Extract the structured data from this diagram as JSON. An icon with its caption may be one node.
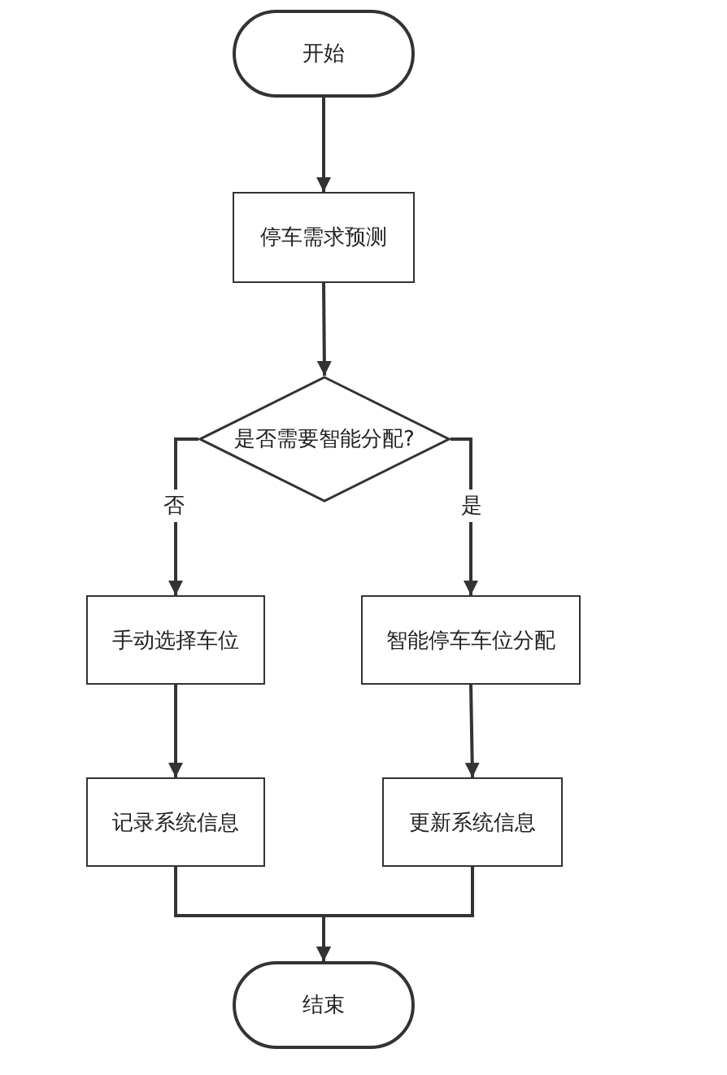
{
  "diagram": {
    "nodes": [
      {
        "text": [
          "开始"
        ]
      },
      {
        "text": [
          "停车需求预测"
        ]
      },
      {
        "text": [
          "是否需要智能分配?"
        ]
      },
      {
        "text": [
          "手动选择车位"
        ]
      },
      {
        "text": [
          "智能停车车位分配"
        ]
      },
      {
        "text": [
          "记录系统信息"
        ]
      },
      {
        "text": [
          "更新系统信息"
        ]
      },
      {
        "text": [
          "结束"
        ]
      }
    ],
    "edges": [
      {
        "from": 0,
        "to": 1,
        "arrow": "to"
      },
      {
        "from": 1,
        "to": 2,
        "arrow": "to"
      },
      {
        "from": 2,
        "to": 3,
        "arrow": "to",
        "label": "否"
      },
      {
        "from": 2,
        "to": 4,
        "arrow": "to",
        "label": "是"
      },
      {
        "from": 3,
        "to": 5,
        "arrow": "to"
      },
      {
        "from": 4,
        "to": 6,
        "arrow": "to"
      },
      {
        "from": 5,
        "to": 7,
        "arrow": "to"
      },
      {
        "from": 6,
        "to": 7,
        "arrow": "to"
      }
    ]
  }
}
